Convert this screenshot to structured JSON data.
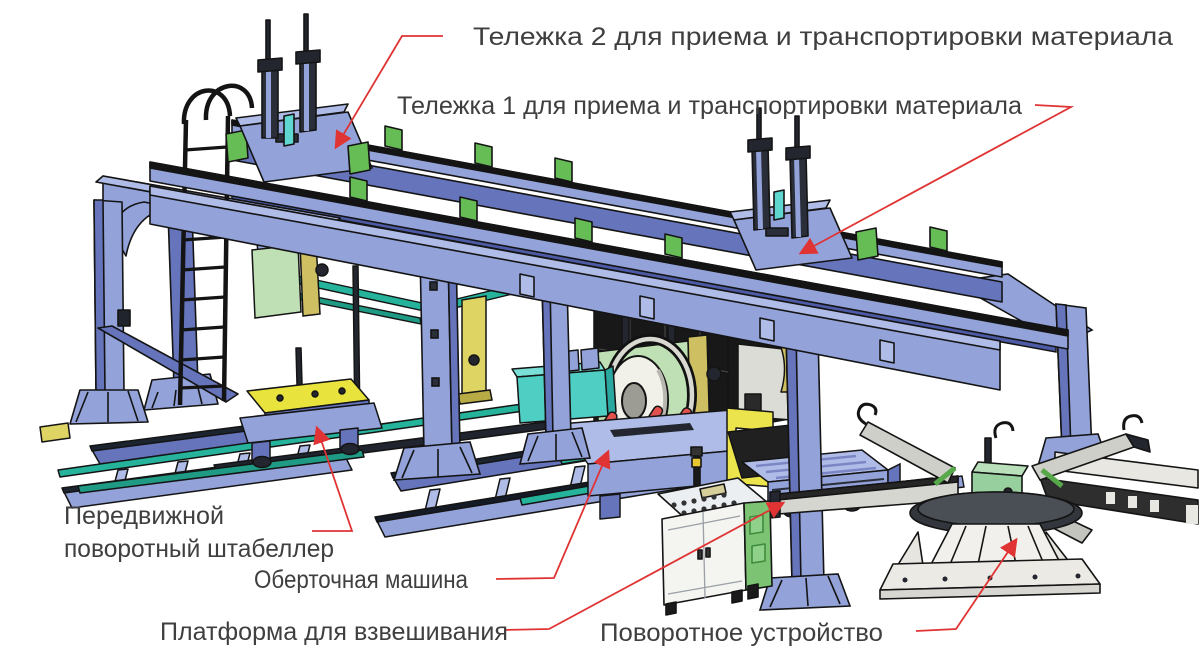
{
  "figure": {
    "type": "isometric-technical-diagram",
    "subject": "Линия упаковки и транспортировки рулонного материала",
    "background": "#ffffff"
  },
  "labels": {
    "trolley2": "Тележка 2 для приема и транспортировки материала",
    "trolley1": "Тележка 1 для приема и транспортировки материала",
    "stacker_line1": "Передвижной",
    "stacker_line2": "поворотный штабеллер",
    "wrapper": "Оберточная машина",
    "weighing": "Платформа для взвешивания",
    "turntable": "Поворотное устройство"
  },
  "colors": {
    "leader_red": "#e03434",
    "machine_blue": "#93a3da",
    "machine_blue_light": "#b0bce8",
    "machine_blue_dark": "#6574bb",
    "machine_blue_deep": "#4d5ba6",
    "accent_green": "#67bd55",
    "rail_teal": "#25b39b",
    "panel_yellow": "#e6df4f",
    "door_green": "#bfe0b4",
    "khaki": "#cdbf62",
    "teal_box": "#4fcfc4",
    "grey_light": "#e8e7e2",
    "label_text": "#3f3f3f",
    "outline": "#141414"
  }
}
